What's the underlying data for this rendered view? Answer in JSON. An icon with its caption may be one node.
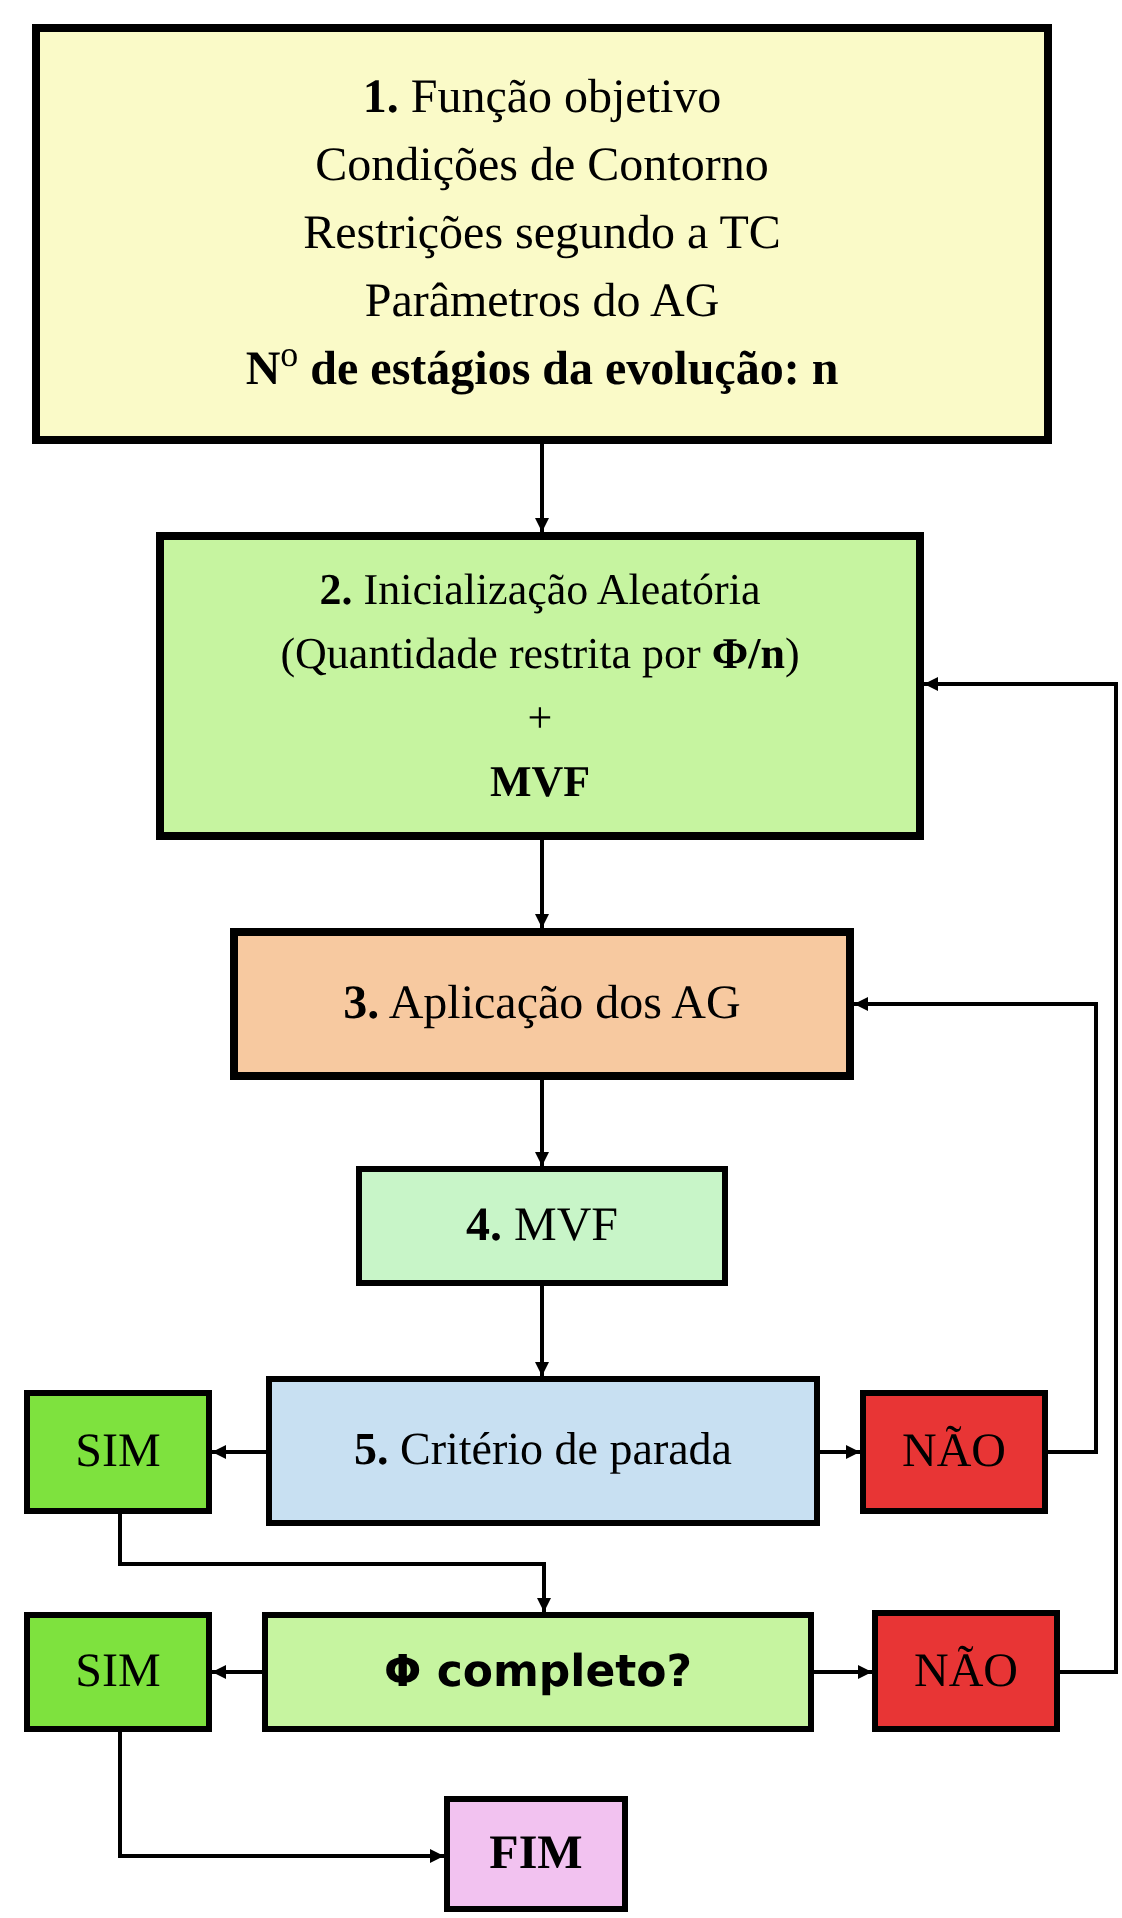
{
  "diagram": {
    "nodes": [
      {
        "text": [
          "**1.** Função objetivo",
          "Condições de Contorno",
          "Restrições segundo a TC",
          "Parâmetros do AG",
          "**N**$^{o}$ **de estágios da evolução: n**"
        ]
      },
      {
        "text": [
          "**2.** Inicialização Aleatória",
          "(Quantidade restrita por **Φ/n**)",
          "+",
          "**MVF**"
        ]
      },
      {
        "text": [
          "**3.** Aplicação dos AG"
        ]
      },
      {
        "text": [
          "**4.** MVF"
        ]
      },
      {
        "text": [
          "**5.** Critério de parada"
        ]
      },
      {
        "text": [
          "SIM"
        ]
      },
      {
        "text": [
          "NÃO"
        ]
      },
      {
        "text": [
          "Φ completo?"
        ]
      },
      {
        "text": [
          "SIM"
        ]
      },
      {
        "text": [
          "NÃO"
        ]
      },
      {
        "text": [
          "FIM"
        ]
      }
    ],
    "edges": [
      {
        "from": 0,
        "to": 1,
        "arrow": "to"
      },
      {
        "from": 1,
        "to": 2,
        "arrow": "to"
      },
      {
        "from": 2,
        "to": 3,
        "arrow": "to"
      },
      {
        "from": 3,
        "to": 4,
        "arrow": "to"
      },
      {
        "from": 4,
        "to": 5,
        "arrow": "to"
      },
      {
        "from": 4,
        "to": 6,
        "arrow": "to"
      },
      {
        "from": 6,
        "to": 2,
        "arrow": "to"
      },
      {
        "from": 5,
        "to": 7,
        "arrow": "to"
      },
      {
        "from": 7,
        "to": 8,
        "arrow": "to"
      },
      {
        "from": 7,
        "to": 9,
        "arrow": "to"
      },
      {
        "from": 9,
        "to": 1,
        "arrow": "to"
      },
      {
        "from": 8,
        "to": 10,
        "arrow": "to"
      }
    ]
  }
}
